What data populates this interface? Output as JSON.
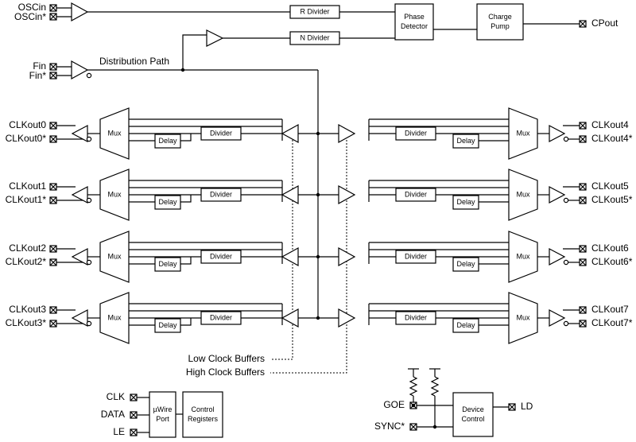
{
  "top": {
    "inputs": [
      "OSCin",
      "OSCin*"
    ],
    "fin": [
      "Fin",
      "Fin*"
    ],
    "r_divider": "R Divider",
    "n_divider": "N Divider",
    "phase_detector": [
      "Phase",
      "Detector"
    ],
    "charge_pump": [
      "Charge",
      "Pump"
    ],
    "cpout": "CPout",
    "distribution_path": "Distribution Path"
  },
  "channel": {
    "mux": "Mux",
    "divider": "Divider",
    "delay": "Delay"
  },
  "left_channels": [
    {
      "out": "CLKout0",
      "outn": "CLKout0*"
    },
    {
      "out": "CLKout1",
      "outn": "CLKout1*"
    },
    {
      "out": "CLKout2",
      "outn": "CLKout2*"
    },
    {
      "out": "CLKout3",
      "outn": "CLKout3*"
    }
  ],
  "right_channels": [
    {
      "out": "CLKout4",
      "outn": "CLKout4*"
    },
    {
      "out": "CLKout5",
      "outn": "CLKout5*"
    },
    {
      "out": "CLKout6",
      "outn": "CLKout6*"
    },
    {
      "out": "CLKout7",
      "outn": "CLKout7*"
    }
  ],
  "buffers": {
    "low": "Low Clock Buffers",
    "high": "High Clock Buffers"
  },
  "control": {
    "pins": [
      "CLK",
      "DATA",
      "LE"
    ],
    "uwire": [
      "µWire",
      "Port"
    ],
    "registers": [
      "Control",
      "Registers"
    ]
  },
  "device": {
    "pins": [
      "GOE",
      "SYNC*"
    ],
    "block": [
      "Device",
      "Control"
    ],
    "ld": "LD"
  }
}
